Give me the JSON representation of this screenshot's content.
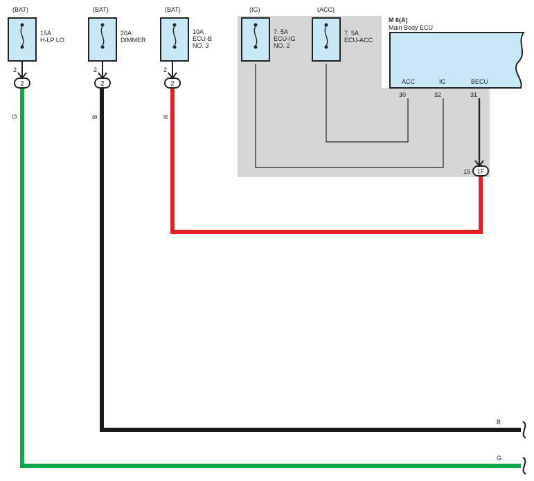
{
  "colors": {
    "green": "#12a54a",
    "black": "#1a1a1a",
    "red": "#e41f26",
    "fuse_fill": "#c9e8f6",
    "ecu_fill": "#c9e8f6",
    "shaded_area": "#d6d6d6"
  },
  "fuses": [
    {
      "source": "(BAT)",
      "rating": "15A",
      "name_line1": "H-LP LO",
      "name_line2": "",
      "pin": "2",
      "connector": "2",
      "wire_color_code": "G"
    },
    {
      "source": "(BAT)",
      "rating": "20A",
      "name_line1": "DIMMER",
      "name_line2": "",
      "pin": "2",
      "connector": "2",
      "wire_color_code": "B"
    },
    {
      "source": "(BAT)",
      "rating": "10A",
      "name_line1": "ECU-B",
      "name_line2": "NO. 3",
      "pin": "2",
      "connector": "2",
      "wire_color_code": "R"
    },
    {
      "source": "(IG)",
      "rating": "7. 5A",
      "name_line1": "ECU-IG",
      "name_line2": "NO. 2"
    },
    {
      "source": "(ACC)",
      "rating": "7. 5A",
      "name_line1": "ECU-ACC",
      "name_line2": ""
    }
  ],
  "ecu": {
    "code": "M 6(A)",
    "name": "Main Body ECU",
    "terminals": [
      {
        "name": "ACC",
        "pin": "30"
      },
      {
        "name": "IG",
        "pin": "32"
      },
      {
        "name": "BECU",
        "pin": "31"
      }
    ]
  },
  "junction": {
    "pin": "15",
    "connector": "1F"
  },
  "wire_ends": [
    {
      "color_code": "B"
    },
    {
      "color_code": "G"
    }
  ]
}
